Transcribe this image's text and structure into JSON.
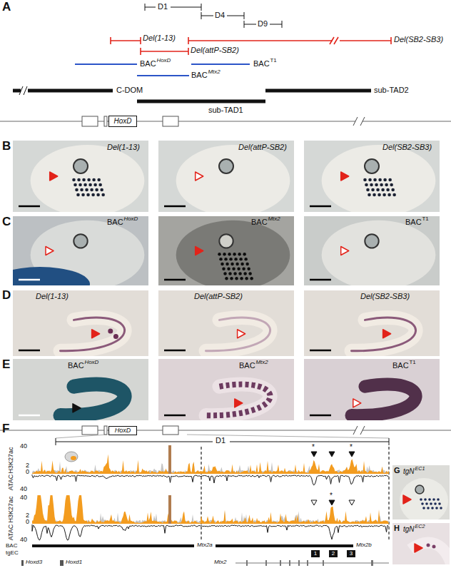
{
  "diagram": {
    "nodes": [
      {
        "text": [
          "HoxD"
        ]
      },
      {
        "text": [
          "HoxD"
        ]
      },
      {
        "text": [
          "1"
        ]
      },
      {
        "text": [
          "2"
        ]
      },
      {
        "text": [
          "3"
        ]
      }
    ],
    "labels": [
      "A",
      "D1",
      "D4",
      "D9",
      "Del(1-13)",
      "Del(SB2-SB3)",
      "Del(attP-SB2)",
      "BAC",
      "HoxD",
      "BAC",
      "T1",
      "BAC",
      "Mtx2",
      "C-DOM",
      "sub-TAD1",
      "sub-TAD2",
      "B",
      "Del(1-13)",
      "Del(attP-SB2)",
      "Del(SB2-SB3)",
      "C",
      "BAC",
      "HoxD",
      "BAC",
      "Mtx2",
      "BAC",
      "T1",
      "D",
      "Del(1-13)",
      "Del(attP-SB2)",
      "Del(SB2-SB3)",
      "E",
      "BAC",
      "HoxD",
      "BAC",
      "Mtx2",
      "BAC",
      "T1",
      "F",
      "D1",
      "40",
      "H3K27ac",
      "2",
      "0",
      "ATAC",
      "40",
      "40",
      "H3K27ac",
      "2",
      "0",
      "ATAC",
      "40",
      "BAC",
      "tgEC",
      "Mtx2a",
      "Mtx2b",
      "Hoxd3",
      "Hoxd1",
      "Mtx2",
      "*",
      "*",
      "*",
      "G",
      "tgN",
      "EC1",
      "H",
      "tgN",
      "EC2"
    ]
  }
}
